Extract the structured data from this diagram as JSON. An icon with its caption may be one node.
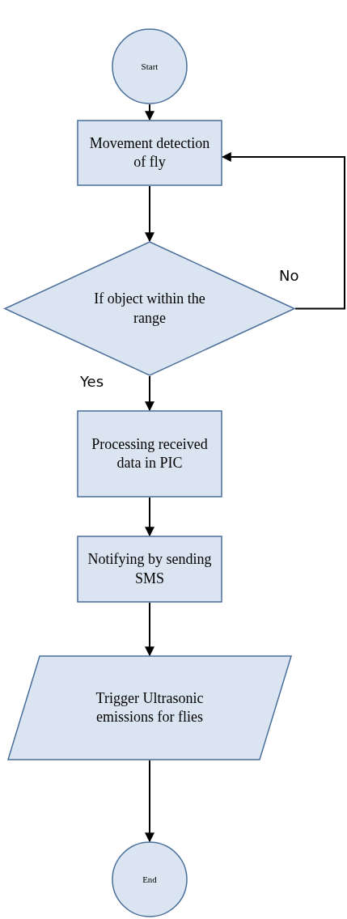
{
  "diagram": {
    "nodes": [
      {
        "text": [
          "Start"
        ]
      },
      {
        "text": [
          "Movement detection of fly"
        ]
      },
      {
        "text": [
          "If object within the range"
        ]
      },
      {
        "text": [
          "Processing received data in PIC"
        ]
      },
      {
        "text": [
          "Notifying by sending SMS"
        ]
      },
      {
        "text": [
          "Trigger Ultrasonic emissions for flies"
        ]
      },
      {
        "text": [
          "End"
        ]
      }
    ],
    "edges": [
      {
        "from": 0,
        "to": 1,
        "arrow": "to"
      },
      {
        "from": 1,
        "to": 2,
        "arrow": "to"
      },
      {
        "from": 2,
        "to": 3,
        "arrow": "to",
        "label": "Yes"
      },
      {
        "from": 2,
        "to": 1,
        "arrow": "to",
        "label": "No"
      },
      {
        "from": 3,
        "to": 4,
        "arrow": "to"
      },
      {
        "from": 4,
        "to": 5,
        "arrow": "to"
      },
      {
        "from": 5,
        "to": 6,
        "arrow": "to"
      }
    ]
  }
}
